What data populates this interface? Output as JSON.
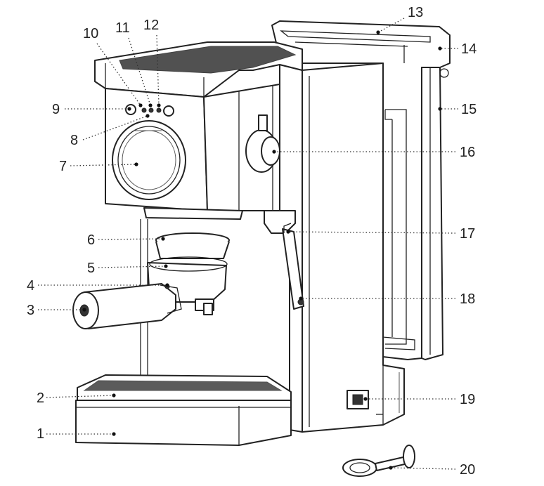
{
  "figure": {
    "subject": "espresso-machine-parts-diagram"
  },
  "callouts": [
    {
      "id": "1",
      "label": "1"
    },
    {
      "id": "2",
      "label": "2"
    },
    {
      "id": "3",
      "label": "3"
    },
    {
      "id": "4",
      "label": "4"
    },
    {
      "id": "5",
      "label": "5"
    },
    {
      "id": "6",
      "label": "6"
    },
    {
      "id": "7",
      "label": "7"
    },
    {
      "id": "8",
      "label": "8"
    },
    {
      "id": "9",
      "label": "9"
    },
    {
      "id": "10",
      "label": "10"
    },
    {
      "id": "11",
      "label": "11"
    },
    {
      "id": "12",
      "label": "12"
    },
    {
      "id": "13",
      "label": "13"
    },
    {
      "id": "14",
      "label": "14"
    },
    {
      "id": "15",
      "label": "15"
    },
    {
      "id": "16",
      "label": "16"
    },
    {
      "id": "17",
      "label": "17"
    },
    {
      "id": "18",
      "label": "18"
    },
    {
      "id": "19",
      "label": "19"
    },
    {
      "id": "20",
      "label": "20"
    }
  ]
}
